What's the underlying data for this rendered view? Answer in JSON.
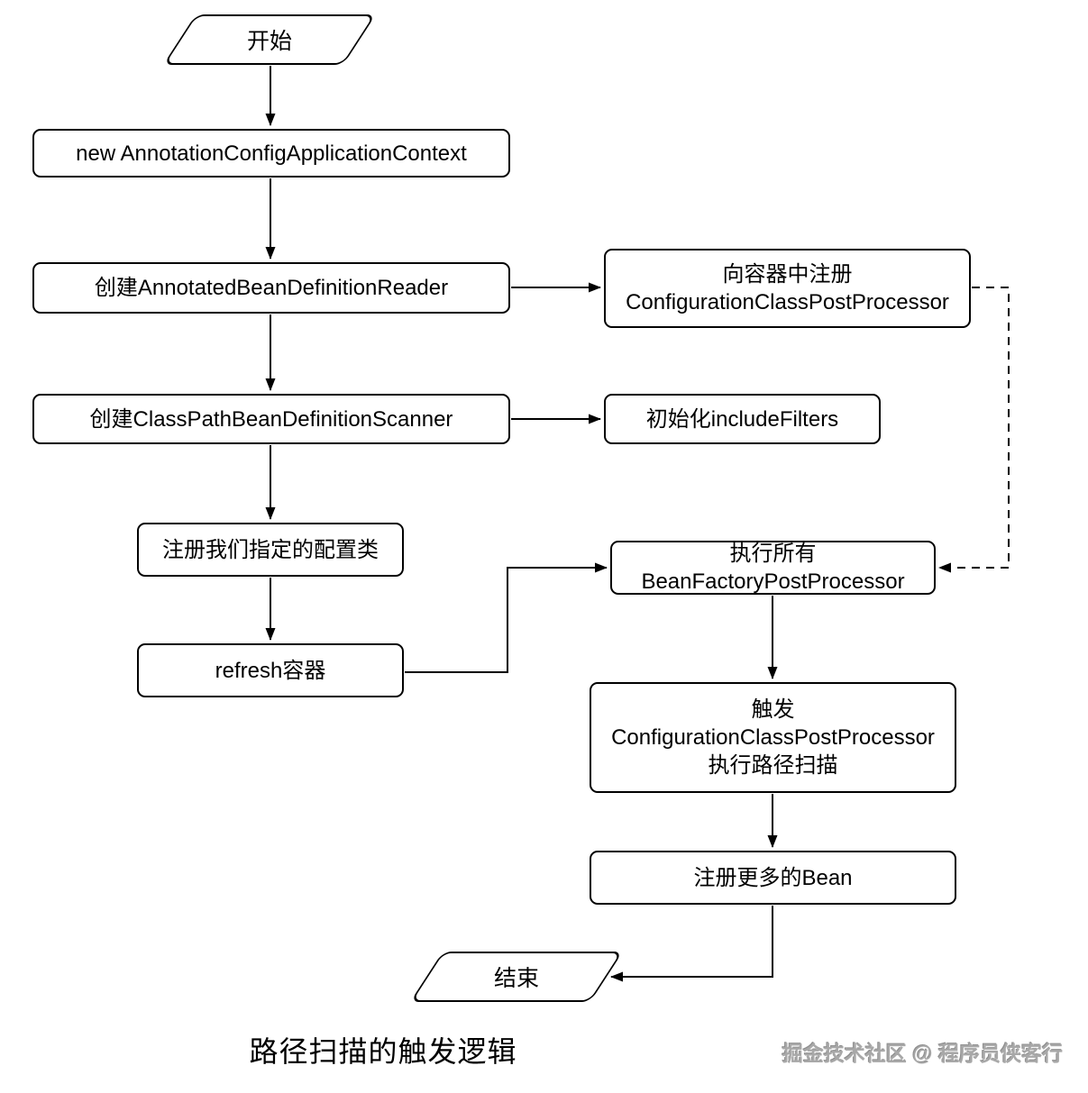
{
  "diagram": {
    "title": "路径扫描的触发逻辑",
    "watermark": "掘金技术社区 @ 程序员侠客行",
    "colors": {
      "stroke": "#000000",
      "background": "#ffffff",
      "text": "#000000",
      "watermark": "#a8a8a8"
    },
    "nodes": {
      "start": {
        "label": "开始",
        "shape": "parallelogram"
      },
      "new_context": {
        "label": "new AnnotationConfigApplicationContext",
        "shape": "rounded-rect"
      },
      "create_reader": {
        "label": "创建AnnotatedBeanDefinitionReader",
        "shape": "rounded-rect"
      },
      "register_ccpp": {
        "label": "向容器中注册\nConfigurationClassPostProcessor",
        "shape": "rounded-rect"
      },
      "create_scanner": {
        "label": "创建ClassPathBeanDefinitionScanner",
        "shape": "rounded-rect"
      },
      "init_include_filters": {
        "label": "初始化includeFilters",
        "shape": "rounded-rect"
      },
      "register_config_class": {
        "label": "注册我们指定的配置类",
        "shape": "rounded-rect"
      },
      "refresh_container": {
        "label": "refresh容器",
        "shape": "rounded-rect"
      },
      "exec_bean_factory_post_processors": {
        "label": "执行所有\nBeanFactoryPostProcessor",
        "shape": "rounded-rect"
      },
      "trigger_scan": {
        "label": "触发\nConfigurationClassPostProcessor\n执行路径扫描",
        "shape": "rounded-rect"
      },
      "register_more_beans": {
        "label": "注册更多的Bean",
        "shape": "rounded-rect"
      },
      "end": {
        "label": "结束",
        "shape": "parallelogram"
      }
    },
    "edges": [
      {
        "from": "start",
        "to": "new_context",
        "style": "solid"
      },
      {
        "from": "new_context",
        "to": "create_reader",
        "style": "solid"
      },
      {
        "from": "create_reader",
        "to": "register_ccpp",
        "style": "solid"
      },
      {
        "from": "create_reader",
        "to": "create_scanner",
        "style": "solid"
      },
      {
        "from": "create_scanner",
        "to": "init_include_filters",
        "style": "solid"
      },
      {
        "from": "create_scanner",
        "to": "register_config_class",
        "style": "solid"
      },
      {
        "from": "register_config_class",
        "to": "refresh_container",
        "style": "solid"
      },
      {
        "from": "refresh_container",
        "to": "exec_bean_factory_post_processors",
        "style": "solid"
      },
      {
        "from": "register_ccpp",
        "to": "exec_bean_factory_post_processors",
        "style": "dashed"
      },
      {
        "from": "exec_bean_factory_post_processors",
        "to": "trigger_scan",
        "style": "solid"
      },
      {
        "from": "trigger_scan",
        "to": "register_more_beans",
        "style": "solid"
      },
      {
        "from": "register_more_beans",
        "to": "end",
        "style": "solid"
      }
    ]
  }
}
